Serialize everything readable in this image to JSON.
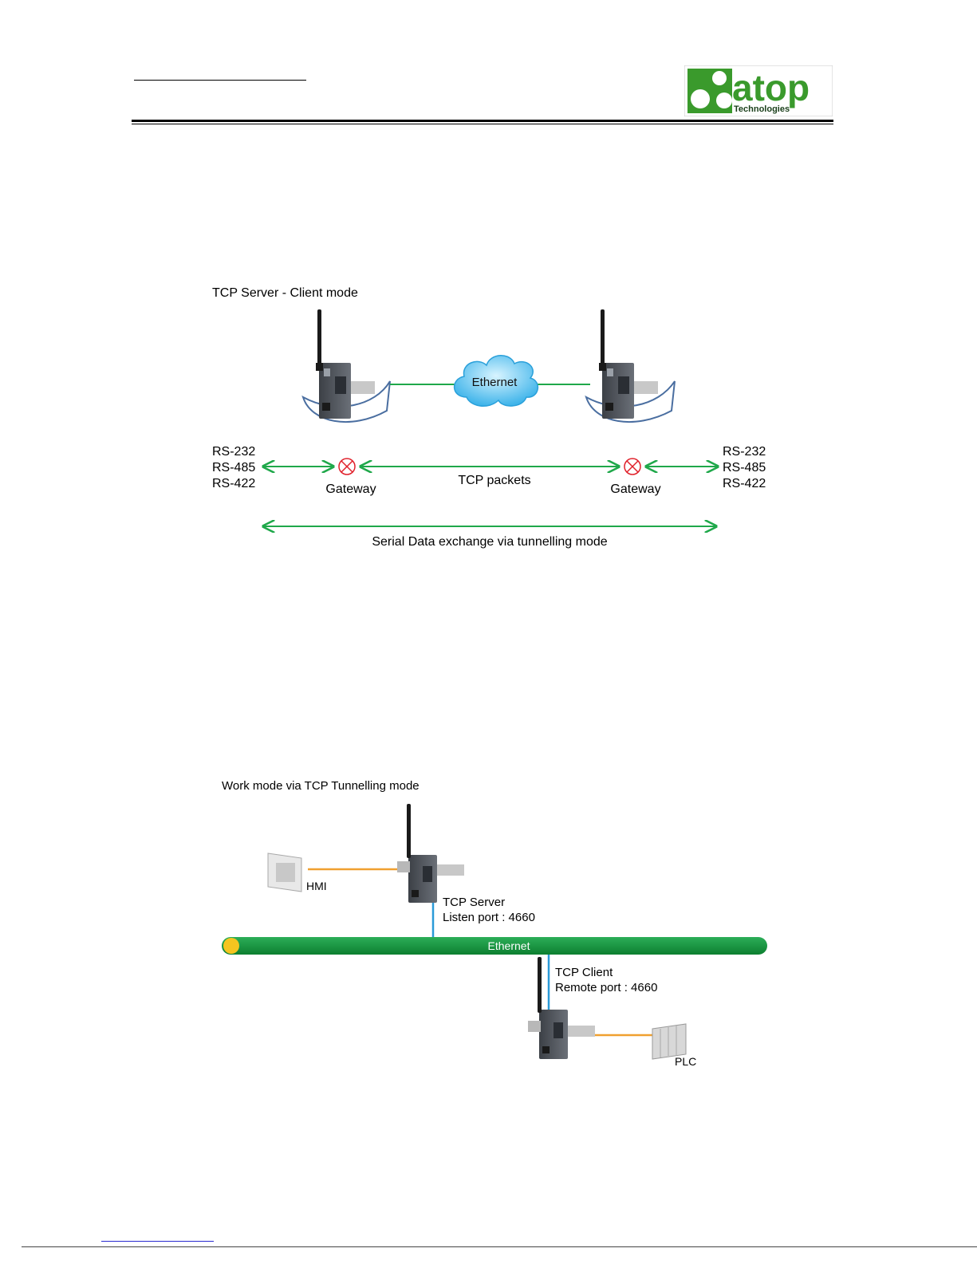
{
  "logo": {
    "brand_text": "atop",
    "sub_text": "Technologies",
    "brand_color": "#3a9a2c"
  },
  "diagram1": {
    "title": "TCP Server - Client mode",
    "cloud_label": "Ethernet",
    "left_ports": [
      "RS-232",
      "RS-485",
      "RS-422"
    ],
    "right_ports": [
      "RS-232",
      "RS-485",
      "RS-422"
    ],
    "gateway_left_label": "Gateway",
    "gateway_right_label": "Gateway",
    "tcp_label": "TCP packets",
    "exchange_label": "Serial Data exchange via tunnelling mode",
    "link_color": "#1fa84a"
  },
  "diagram2": {
    "title": "Work mode via TCP Tunnelling mode",
    "hmi_label": "HMI",
    "server_label": "TCP Server",
    "server_port": "Listen port : 4660",
    "bus_label": "Ethernet",
    "client_label": "TCP Client",
    "client_port": "Remote port : 4660",
    "plc_label": "PLC",
    "bus_color": "#14913a",
    "serial_color": "#f0a030",
    "uplink_color": "#2a9ad8"
  }
}
